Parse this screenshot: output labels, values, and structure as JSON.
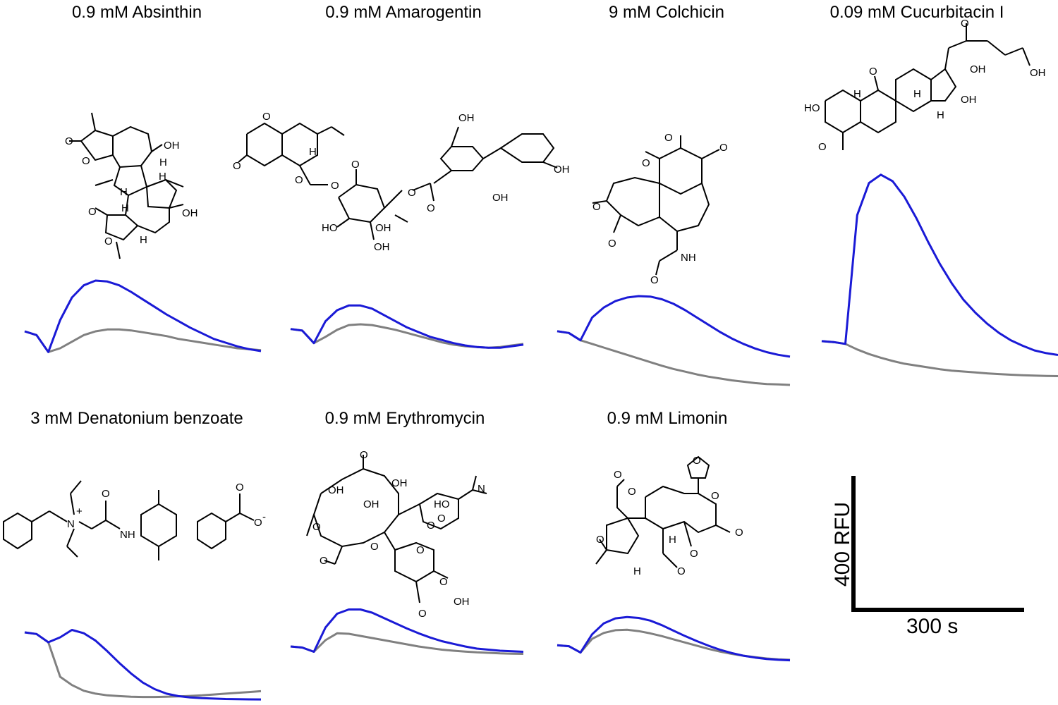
{
  "figure": {
    "panels": [
      {
        "title": "0.9 mM Absinthin"
      },
      {
        "title": "0.9 mM Amarogentin"
      },
      {
        "title": "9 mM Colchicin"
      },
      {
        "title": "0.09 mM Cucurbitacin I"
      },
      {
        "title": "3 mM Denatonium benzoate"
      },
      {
        "title": "0.9 mM Erythromycin"
      },
      {
        "title": "0.9 mM Limonin"
      }
    ],
    "scale_bar": {
      "y_label": "400 RFU",
      "x_label": "300 s"
    },
    "colors": {
      "stimulated": "#1a1ad6",
      "control": "#808080"
    }
  },
  "structure_labels": {
    "absinthin": [
      "O",
      "O",
      "OH",
      "H",
      "H",
      "H",
      "O",
      "O",
      "H",
      "OH",
      "H"
    ],
    "amarogentin": [
      "O",
      "O",
      "H",
      "O",
      "O",
      "O",
      "HO",
      "OH",
      "OH",
      "O",
      "O",
      "OH",
      "OH",
      "OH"
    ],
    "colchicin": [
      "O",
      "O",
      "O",
      "O",
      "O",
      "NH",
      "O"
    ],
    "cucurbitacin": [
      "O",
      "OH",
      "OH",
      "O",
      "H",
      "H",
      "HO",
      "O",
      "H",
      "OH"
    ],
    "denatonium": [
      "N",
      "+",
      "O",
      "NH",
      "O",
      "O",
      "-"
    ],
    "erythromycin": [
      "O",
      "OH",
      "OH",
      "OH",
      "HO",
      "N",
      "O",
      "O",
      "O",
      "O",
      "O",
      "O",
      "O",
      "OH",
      "O"
    ],
    "limonin": [
      "O",
      "O",
      "O",
      "O",
      "H",
      "O",
      "O",
      "O",
      "H",
      "O"
    ]
  },
  "chart_data": [
    {
      "type": "line",
      "title": "0.9 mM Absinthin",
      "x": [
        0,
        1,
        2,
        3,
        4,
        5,
        6,
        7,
        8,
        9,
        10,
        11,
        12,
        13,
        14,
        15,
        16,
        17,
        18,
        19,
        20
      ],
      "series": [
        {
          "values": [
            150,
            130,
            40,
            210,
            330,
            395,
            420,
            415,
            395,
            360,
            320,
            280,
            240,
            205,
            170,
            140,
            110,
            90,
            70,
            55,
            45
          ]
        },
        {
          "values": [
            150,
            130,
            40,
            60,
            95,
            130,
            150,
            160,
            160,
            155,
            145,
            135,
            125,
            110,
            100,
            90,
            80,
            70,
            60,
            55,
            50
          ]
        }
      ]
    },
    {
      "type": "line",
      "title": "0.9 mM Amarogentin",
      "x": [
        0,
        1,
        2,
        3,
        4,
        5,
        6,
        7,
        8,
        9,
        10,
        11,
        12,
        13,
        14,
        15,
        16,
        17,
        18,
        19,
        20
      ],
      "series": [
        {
          "values": [
            150,
            140,
            60,
            200,
            270,
            300,
            300,
            280,
            240,
            200,
            160,
            130,
            100,
            80,
            60,
            45,
            35,
            30,
            30,
            40,
            50
          ]
        },
        {
          "values": [
            150,
            140,
            60,
            100,
            145,
            175,
            180,
            175,
            160,
            145,
            125,
            105,
            85,
            65,
            50,
            40,
            35,
            30,
            35,
            45,
            55
          ]
        }
      ]
    },
    {
      "type": "line",
      "title": "9 mM Colchicin",
      "x": [
        0,
        1,
        2,
        3,
        4,
        5,
        6,
        7,
        8,
        9,
        10,
        11,
        12,
        13,
        14,
        15,
        16,
        17,
        18,
        19,
        20
      ],
      "series": [
        {
          "values": [
            660,
            640,
            560,
            810,
            920,
            990,
            1030,
            1045,
            1040,
            1010,
            960,
            890,
            810,
            730,
            650,
            580,
            520,
            470,
            430,
            400,
            380
          ]
        },
        {
          "values": [
            660,
            640,
            560,
            520,
            480,
            440,
            400,
            360,
            320,
            280,
            245,
            215,
            185,
            160,
            140,
            120,
            105,
            90,
            80,
            75,
            70
          ]
        }
      ]
    },
    {
      "type": "line",
      "title": "0.09 mM Cucurbitacin I",
      "x": [
        0,
        1,
        2,
        3,
        4,
        5,
        6,
        7,
        8,
        9,
        10,
        11,
        12,
        13,
        14,
        15,
        16,
        17,
        18,
        19,
        20
      ],
      "series": [
        {
          "values": [
            430,
            420,
            400,
            1800,
            2150,
            2240,
            2170,
            2000,
            1770,
            1510,
            1270,
            1060,
            880,
            740,
            620,
            520,
            440,
            380,
            330,
            300,
            280
          ]
        },
        {
          "values": [
            430,
            420,
            400,
            340,
            290,
            250,
            215,
            185,
            165,
            145,
            125,
            110,
            100,
            90,
            80,
            72,
            65,
            60,
            55,
            52,
            50
          ]
        }
      ]
    },
    {
      "type": "line",
      "title": "3 mM Denatonium benzoate",
      "x": [
        0,
        1,
        2,
        3,
        4,
        5,
        6,
        7,
        8,
        9,
        10,
        11,
        12,
        13,
        14,
        15,
        16,
        17,
        18,
        19,
        20
      ],
      "series": [
        {
          "values": [
            840,
            820,
            720,
            780,
            870,
            830,
            740,
            610,
            470,
            340,
            230,
            150,
            95,
            65,
            50,
            40,
            35,
            30,
            28,
            26,
            25
          ]
        },
        {
          "values": [
            840,
            820,
            720,
            300,
            200,
            130,
            95,
            75,
            65,
            58,
            55,
            55,
            58,
            62,
            68,
            75,
            85,
            95,
            105,
            115,
            125
          ]
        }
      ]
    },
    {
      "type": "line",
      "title": "0.9 mM Erythromycin",
      "x": [
        0,
        1,
        2,
        3,
        4,
        5,
        6,
        7,
        8,
        9,
        10,
        11,
        12,
        13,
        14,
        15,
        16,
        17,
        18,
        19,
        20
      ],
      "series": [
        {
          "values": [
            120,
            110,
            70,
            300,
            430,
            470,
            470,
            440,
            390,
            340,
            290,
            245,
            205,
            170,
            145,
            120,
            100,
            90,
            80,
            75,
            70
          ]
        },
        {
          "values": [
            120,
            110,
            70,
            180,
            245,
            240,
            220,
            200,
            180,
            160,
            140,
            120,
            105,
            90,
            80,
            72,
            65,
            60,
            55,
            52,
            50
          ]
        }
      ]
    },
    {
      "type": "line",
      "title": "0.9 mM Limonin",
      "x": [
        0,
        1,
        2,
        3,
        4,
        5,
        6,
        7,
        8,
        9,
        10,
        11,
        12,
        13,
        14,
        15,
        16,
        17,
        18,
        19,
        20
      ],
      "series": [
        {
          "values": [
            230,
            220,
            150,
            350,
            470,
            525,
            540,
            530,
            500,
            450,
            390,
            330,
            275,
            225,
            180,
            145,
            115,
            95,
            80,
            70,
            65
          ]
        },
        {
          "values": [
            230,
            220,
            150,
            300,
            365,
            395,
            400,
            385,
            360,
            330,
            295,
            260,
            225,
            190,
            160,
            135,
            115,
            100,
            85,
            75,
            70
          ]
        }
      ]
    }
  ]
}
